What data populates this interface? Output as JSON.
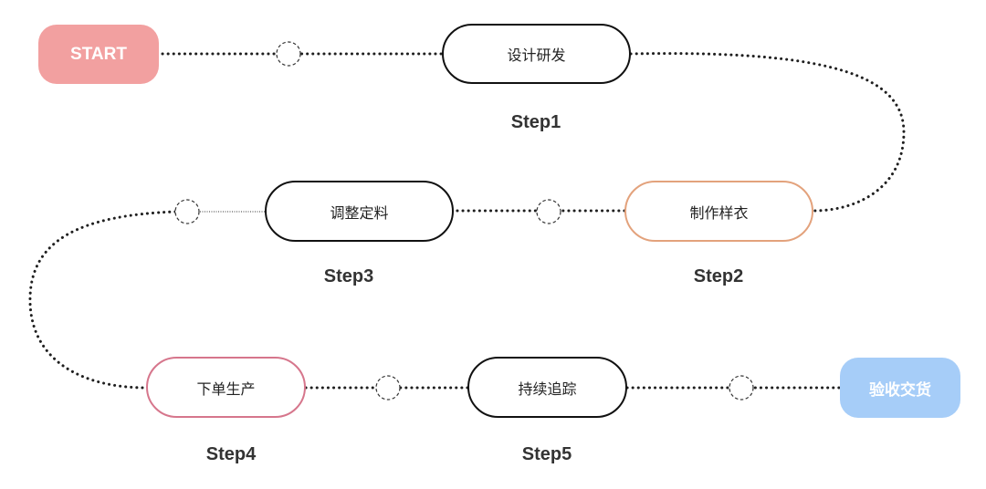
{
  "flow": {
    "start": "START",
    "end": "验收交货",
    "steps": [
      {
        "label": "设计研发",
        "step": "Step1"
      },
      {
        "label": "制作样衣",
        "step": "Step2"
      },
      {
        "label": "调整定料",
        "step": "Step3"
      },
      {
        "label": "下单生产",
        "step": "Step4"
      },
      {
        "label": "持续追踪",
        "step": "Step5"
      }
    ]
  },
  "colors": {
    "start_fill": "#f2a0a0",
    "end_fill": "#a6cdf8",
    "step2_border": "#e3a27c",
    "step4_border": "#d6768c",
    "default_border": "#111111",
    "connector": "#1f1f1f"
  }
}
